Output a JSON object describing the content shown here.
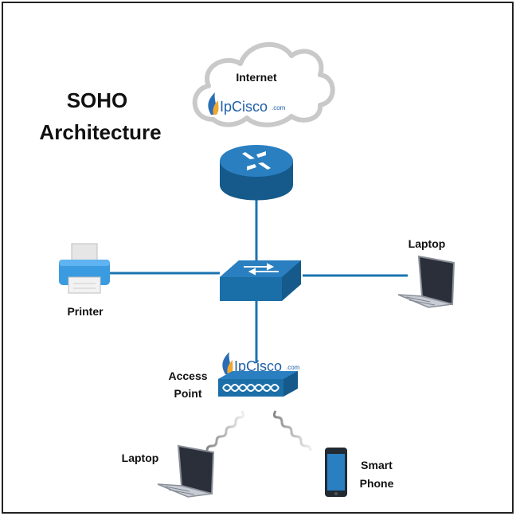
{
  "title": {
    "line1": "SOHO",
    "line2": "Architecture"
  },
  "nodes": {
    "internet": {
      "label": "Internet"
    },
    "printer": {
      "label": "Printer"
    },
    "laptop_right": {
      "label": "Laptop"
    },
    "access_point": {
      "label_line1": "Access",
      "label_line2": "Point"
    },
    "laptop_bottom": {
      "label": "Laptop"
    },
    "smartphone": {
      "label_line1": "Smart",
      "label_line2": "Phone"
    }
  },
  "watermark": {
    "brand": "IpCisco",
    "suffix": ".com"
  },
  "colors": {
    "device_blue": "#1b6fa8",
    "device_dark": "#155a8a",
    "link_blue": "#1a74b0",
    "cloud_stroke": "#c9c9c9",
    "text": "#111111"
  }
}
